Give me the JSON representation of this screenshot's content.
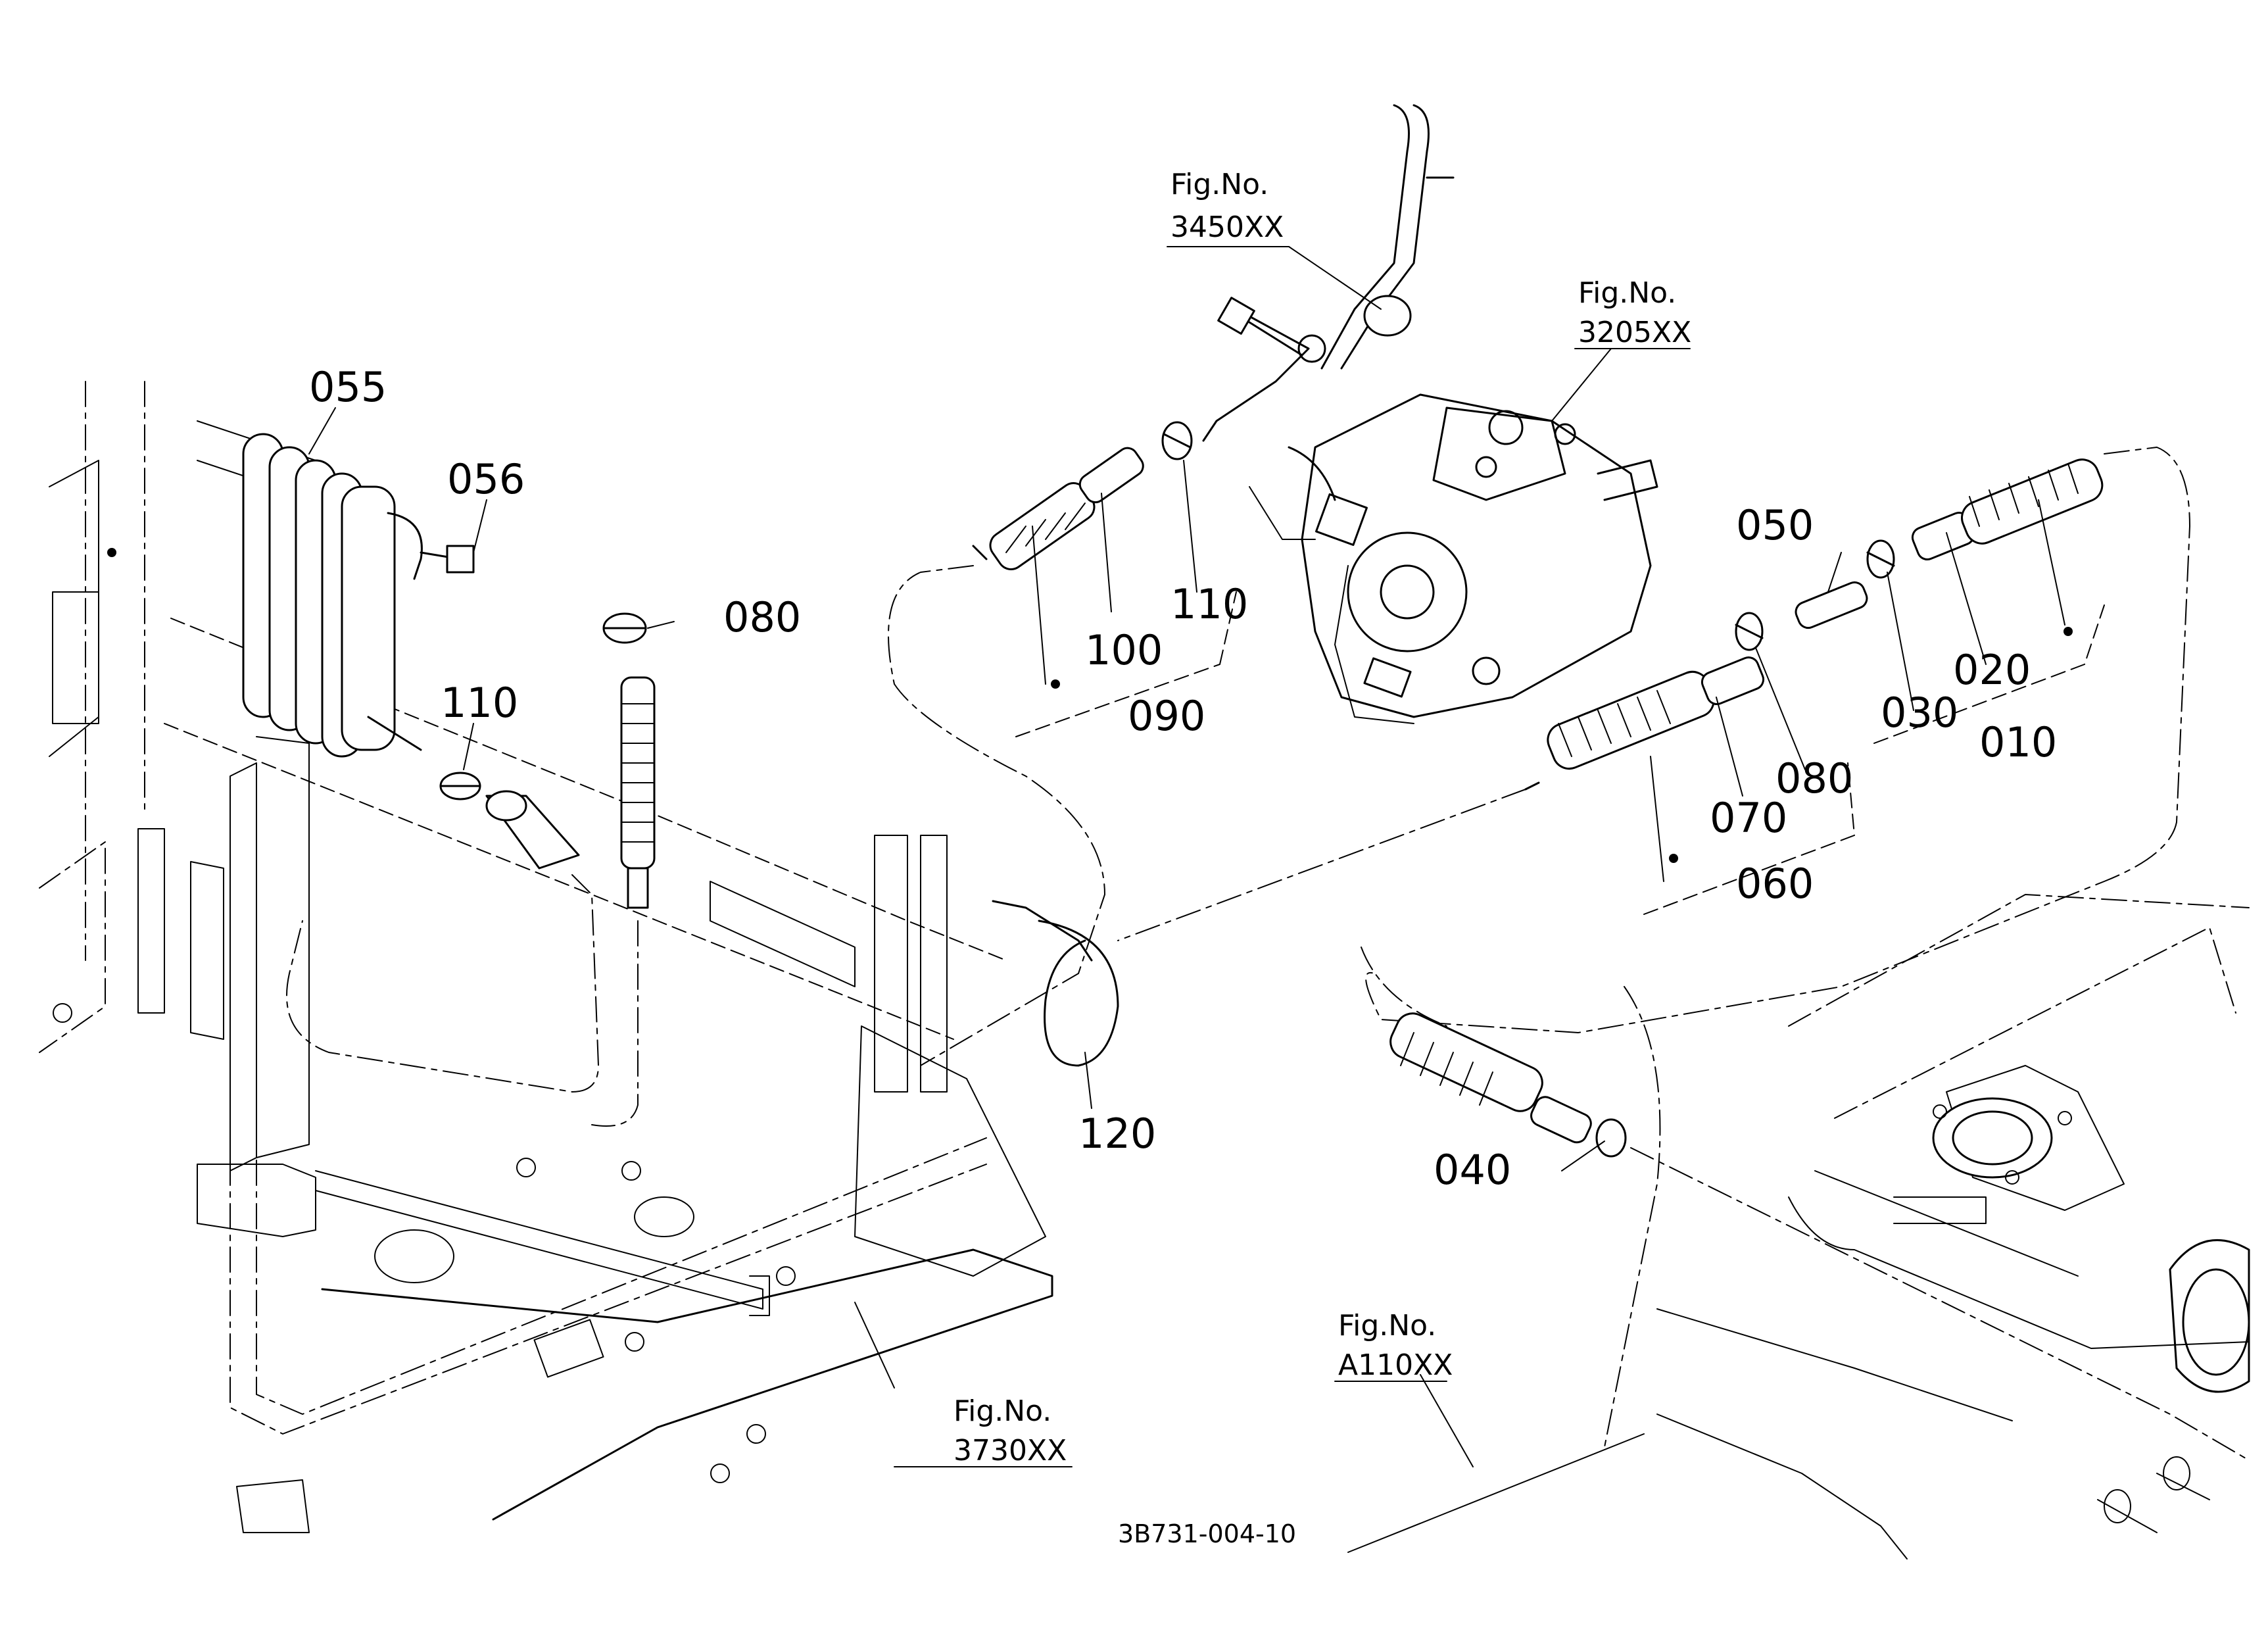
{
  "diagram_code": "3B731-004-10",
  "part_labels": {
    "p010": "010",
    "p020": "020",
    "p030": "030",
    "p040": "040",
    "p050": "050",
    "p055": "055",
    "p056": "056",
    "p060": "060",
    "p070": "070",
    "p080a": "080",
    "p080b": "080",
    "p090": "090",
    "p100": "100",
    "p110a": "110",
    "p110b": "110",
    "p120": "120"
  },
  "figure_refs": [
    {
      "prefix": "Fig.No.",
      "number": "3450XX"
    },
    {
      "prefix": "Fig.No.",
      "number": "3205XX"
    },
    {
      "prefix": "Fig.No.",
      "number": "3730XX"
    },
    {
      "prefix": "Fig.No.",
      "number": "A110XX"
    }
  ]
}
